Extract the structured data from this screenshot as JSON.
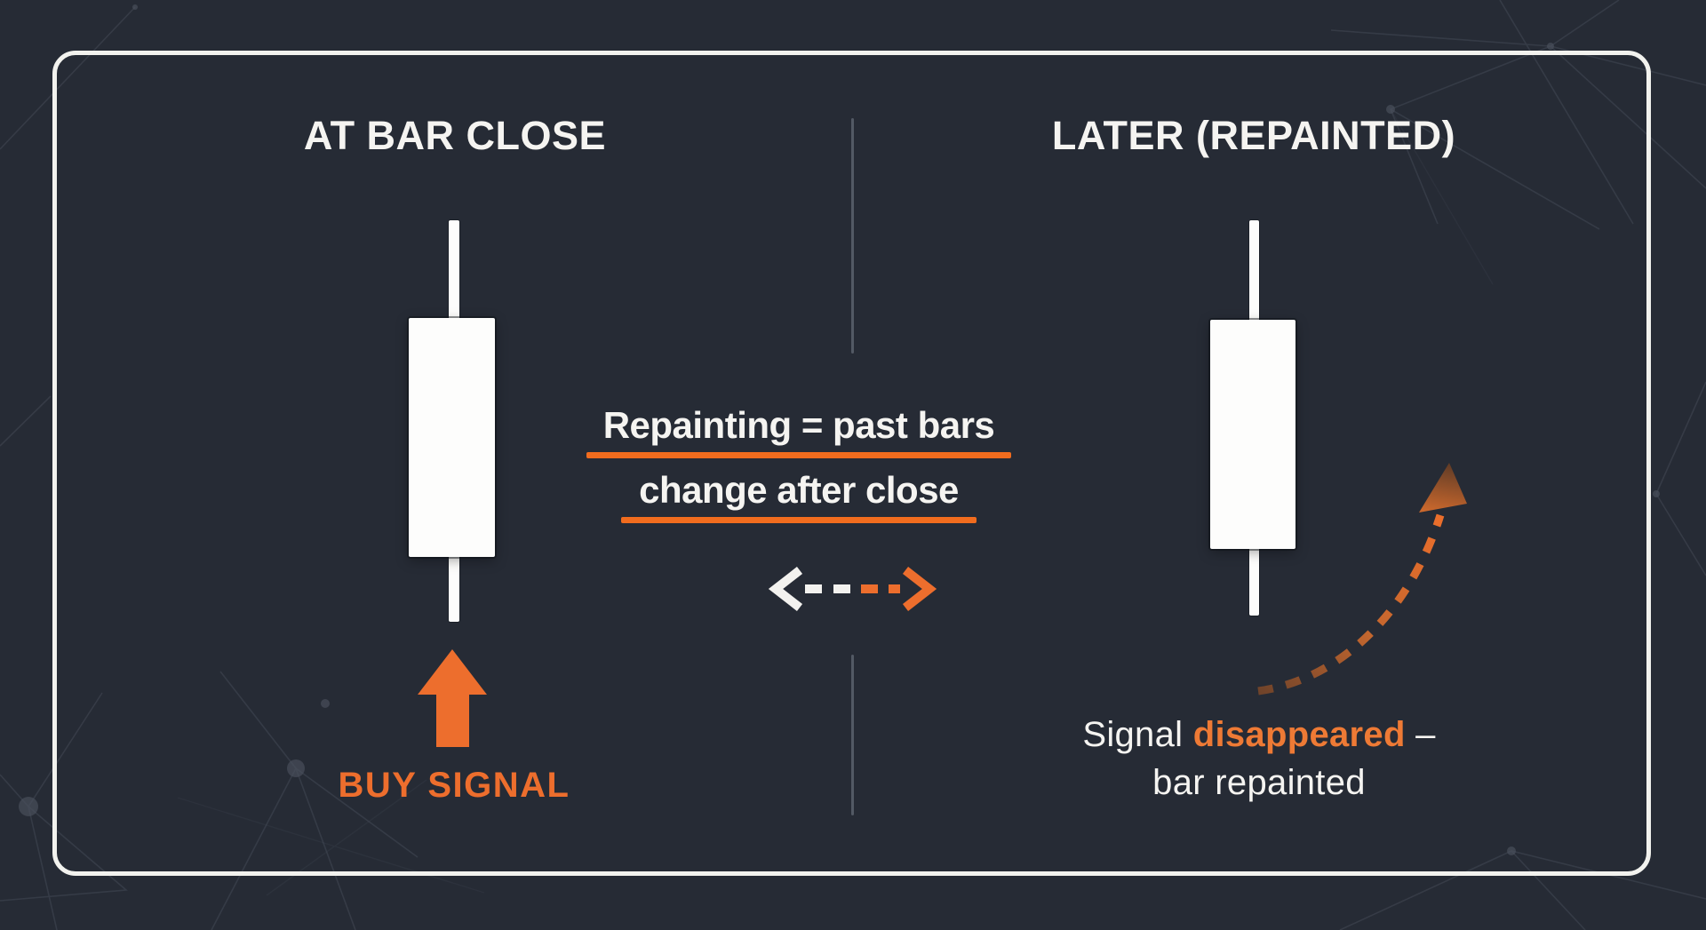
{
  "colors": {
    "background": "#262b35",
    "card_border": "#f2f2ee",
    "text_primary": "#f5f4f1",
    "accent_orange": "#ed6e2d",
    "underline_orange": "#f16c1e",
    "divider_gray": "#5b616c",
    "candle_white": "#fdfdfc"
  },
  "left_panel": {
    "title": "AT BAR CLOSE",
    "signal_label": "BUY SIGNAL"
  },
  "center": {
    "headline_line1": "Repainting = past bars",
    "headline_line2": "change after close"
  },
  "right_panel": {
    "title": "LATER (REPAINTED)",
    "caption_prefix": "Signal ",
    "caption_highlight": "disappeared",
    "caption_dash": " –",
    "caption_line2": "bar repainted"
  }
}
